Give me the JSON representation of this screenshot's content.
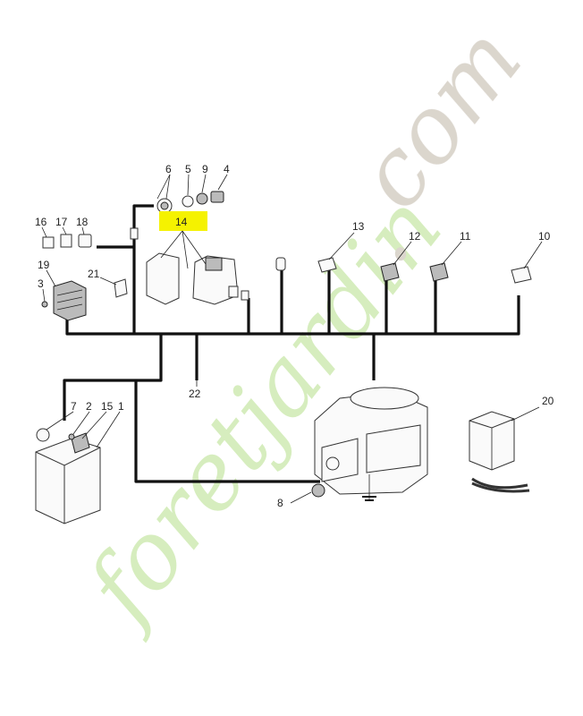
{
  "diagram": {
    "part_labels": {
      "p1": "1",
      "p2": "2",
      "p3": "3",
      "p4": "4",
      "p5": "5",
      "p6": "6",
      "p7": "7",
      "p8": "8",
      "p9": "9",
      "p10": "10",
      "p11": "11",
      "p12": "12",
      "p13": "13",
      "p14": "14",
      "p15": "15",
      "p16": "16",
      "p17": "17",
      "p18": "18",
      "p19": "19",
      "p20": "20",
      "p21": "21",
      "p22": "22"
    },
    "highlighted_part": "14",
    "colors": {
      "highlight": "#f5f200",
      "wire": "#111111",
      "watermark_green": "#c9e7a8",
      "watermark_orange": "#f8d2a8",
      "watermark_grey": "#cfc8bd"
    }
  },
  "watermark": {
    "brand": "foretjardin",
    "dot": ".",
    "suffix": "com"
  }
}
